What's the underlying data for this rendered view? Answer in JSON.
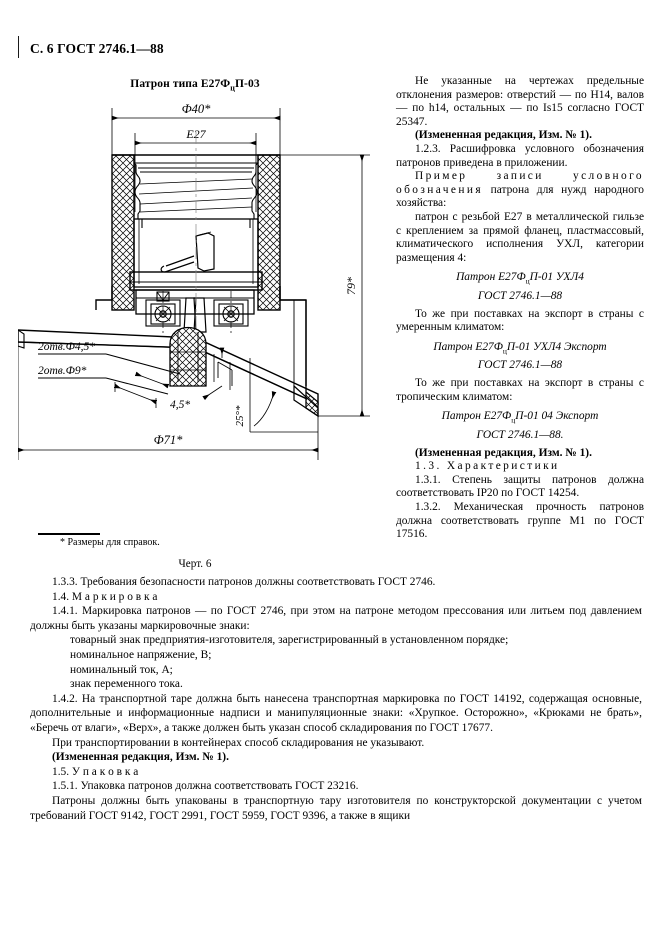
{
  "page": {
    "running_head": "С. 6 ГОСТ 2746.1—88"
  },
  "figure": {
    "title_prefix": "Патрон типа Е27Ф",
    "title_sub": "ц",
    "title_suffix": "П-03",
    "caption": "Черт. 6",
    "footnote": "* Размеры для справок.",
    "dimensions": {
      "d40": "Ф40*",
      "e27": "E27",
      "h79": "79*",
      "holes_45": "2отв.Ф4,5*",
      "holes_9": "2отв.Ф9*",
      "t45": "4,5*",
      "angle25": "25°*",
      "d71": "Ф71*"
    }
  },
  "right_column": {
    "p1": "Не указанные на чертежах предельные отклонения размеров: отверстий — по H14, валов — по h14, остальных — по Is15 согласно ГОСТ 25347.",
    "amend1": "(Измененная редакция, Изм. № 1).",
    "p2": "1.2.3. Расшифровка условного обозначения патронов приведена в приложении.",
    "p3_spaced": "Пример записи условного обозначения",
    "p3_rest": "патрона для нужд народного хозяйства:",
    "p4": "патрон с резьбой Е27 в металлической гильзе с креплением за прямой фланец, пластмассовый, климатического исполнения УХЛ, категории размещения 4:",
    "desig1_line1_a": "Патрон Е27Ф",
    "desig1_line1_sub": "ц",
    "desig1_line1_b": "П-01 УХЛ4",
    "desig1_line2": "ГОСТ 2746.1—88",
    "p5": "То же при поставках на экспорт в страны с умеренным климатом:",
    "desig2_line1_a": "Патрон Е27Ф",
    "desig2_line1_sub": "ц",
    "desig2_line1_b": "П-01 УХЛ4 Экспорт",
    "desig2_line2": "ГОСТ 2746.1—88",
    "p6": "То же при поставках на экспорт в страны с тропическим климатом:",
    "desig3_line1_a": "Патрон Е27Ф",
    "desig3_line1_sub": "ц",
    "desig3_line1_b": "П-01 04 Экспорт",
    "desig3_line2": "ГОСТ 2746.1—88.",
    "amend2": "(Измененная редакция, Изм. № 1).",
    "h13": "1.3. Характеристики",
    "p7": "1.3.1. Степень защиты патронов должна соответствовать IP20 по ГОСТ 14254.",
    "p8": "1.3.2. Механическая прочность патронов должна соответствовать группе М1 по ГОСТ 17516."
  },
  "body": {
    "p_133": "1.3.3. Требования безопасности патронов должны соответствовать ГОСТ 2746.",
    "h_14": "1.4.  М а р к и р о в к а",
    "p_141": "1.4.1.  Маркировка патронов — по ГОСТ 2746, при этом на патроне методом прессования или литьем под давлением должны быть указаны маркировочные знаки:",
    "mark_1": "товарный знак предприятия-изготовителя, зарегистрированный в установленном порядке;",
    "mark_2": "номинальное напряжение, В;",
    "mark_3": "номинальный ток, А;",
    "mark_4": "знак переменного тока.",
    "p_142": "1.4.2.  На транспортной таре должна быть нанесена транспортная маркировка по ГОСТ 14192, содержащая основные, дополнительные и информационные надписи и манипуляционные знаки: «Хрупкое. Осторожно», «Крюками не брать», «Беречь от влаги», «Верх», а также должен быть указан способ складирования по ГОСТ 17677.",
    "p_cont": "При транспортировании в контейнерах способ складирования не указывают.",
    "amend3": "(Измененная редакция, Изм. № 1).",
    "h_15": "1.5.  У п а к о в к а",
    "p_151": "1.5.1.  Упаковка патронов должна соответствовать ГОСТ 23216.",
    "p_152": "Патроны должны быть упакованы в транспортную тару изготовителя по конструкторской документации с учетом требований ГОСТ 9142, ГОСТ 2991, ГОСТ 5959, ГОСТ 9396, а также в ящики"
  }
}
